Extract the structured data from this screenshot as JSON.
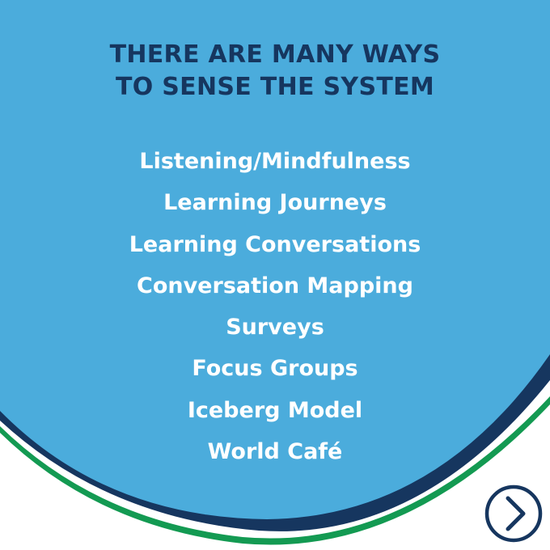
{
  "heading": {
    "line1": "THERE ARE MANY WAYS",
    "line2": "TO SENSE THE SYSTEM"
  },
  "ways": [
    "Listening/Mindfulness",
    "Learning Journeys",
    "Learning Conversations",
    "Conversation Mapping",
    "Surveys",
    "Focus Groups",
    "Iceberg Model",
    "World Café"
  ],
  "next_button": {
    "icon": "chevron-right-icon"
  },
  "colors": {
    "background_blue": "#4bacdc",
    "navy": "#16365f",
    "green": "#139a52",
    "white": "#ffffff"
  }
}
